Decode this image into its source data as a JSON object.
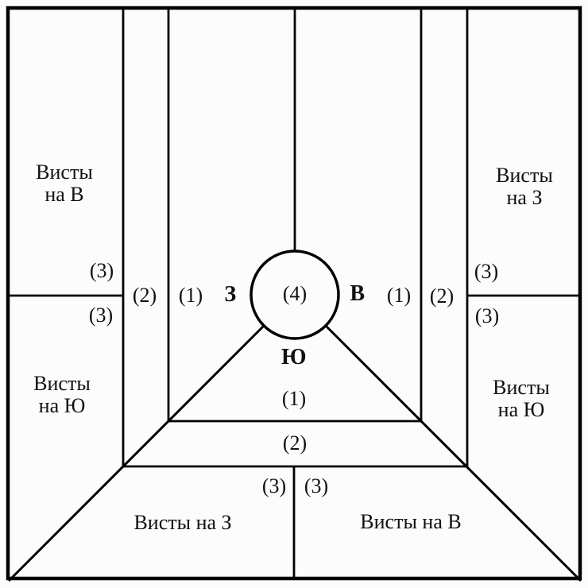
{
  "figure": {
    "type": "preference-pool-sheet",
    "background_color": "#fcfcfc",
    "line_color": "#000000",
    "text_color": "#111111"
  },
  "center": {
    "pool_value": "(4)",
    "player_west": "З",
    "player_east": "В",
    "player_south": "Ю"
  },
  "left_column": {
    "upper_title": "Висты на В",
    "upper_count": "(3)",
    "lower_count": "(3)",
    "lower_title": "Висты на Ю"
  },
  "right_column": {
    "upper_title": "Висты на З",
    "upper_count": "(3)",
    "lower_count": "(3)",
    "lower_title": "Висты на Ю"
  },
  "west_sector": {
    "band1": "(1)",
    "band2": "(2)"
  },
  "east_sector": {
    "band1": "(1)",
    "band2": "(2)"
  },
  "south_sector": {
    "band1": "(1)",
    "band2": "(2)",
    "band3_left": "(3)",
    "band3_right": "(3)",
    "whists_left_title": "Висты на З",
    "whists_right_title": "Висты на В"
  }
}
